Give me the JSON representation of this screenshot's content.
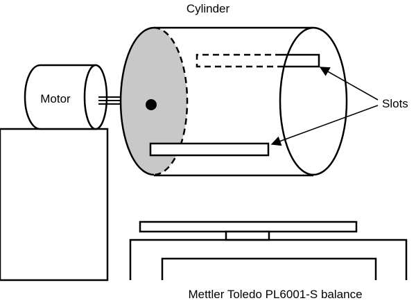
{
  "labels": {
    "cylinder": "Cylinder",
    "motor": "Motor",
    "slots": "Slots",
    "balance": "Mettler Toledo PL6001-S balance"
  },
  "colors": {
    "stroke": "#000000",
    "end_face_fill": "#c8c8c8",
    "background": "#ffffff"
  }
}
